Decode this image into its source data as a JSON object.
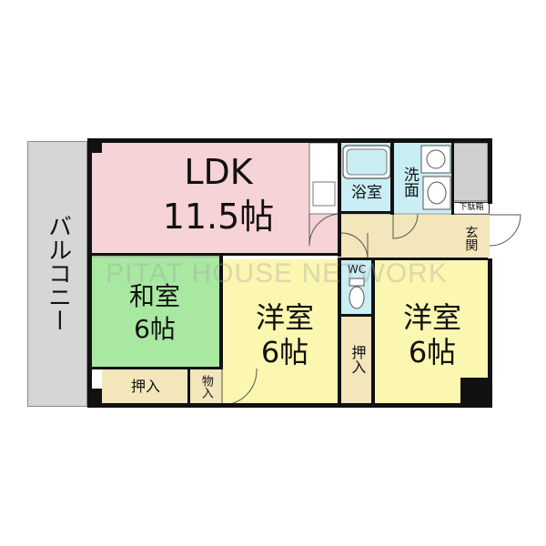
{
  "colors": {
    "balcony": "#d6d6d6",
    "ldk": "#f6d3d7",
    "washitsu": "#a8e8a0",
    "youshitsu": "#fbf6b0",
    "bath": "#c9eef4",
    "storage": "#f3e6ba",
    "wall": "#111111"
  },
  "rooms": {
    "balcony": "バルコニー",
    "ldk_name": "LDK",
    "ldk_size": "11.5帖",
    "washitsu_name": "和室",
    "washitsu_size": "6帖",
    "youshitsu1_name": "洋室",
    "youshitsu1_size": "6帖",
    "youshitsu2_name": "洋室",
    "youshitsu2_size": "6帖",
    "bath": "浴室",
    "wash": "洗面",
    "wc": "WC",
    "shoe_box": "下駄箱",
    "entrance": "玄関",
    "oshiire1": "押入",
    "monoire": "物入",
    "oshiire2": "押入"
  },
  "watermark": "PITAT HOUSE NETWORK"
}
